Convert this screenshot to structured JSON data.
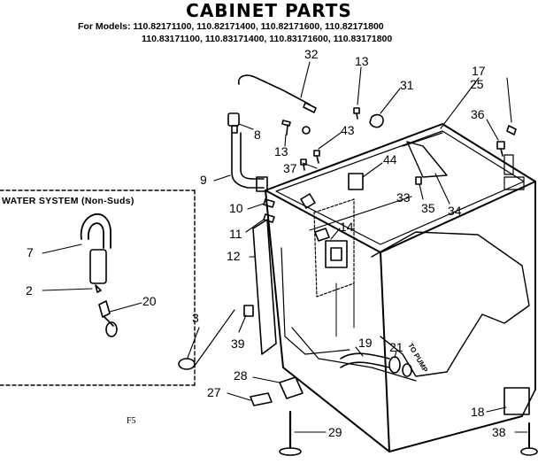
{
  "title": "CABINET PARTS",
  "models_line1": "For Models: 110.82171100, 110.82171400, 110.82171600, 110.82171800",
  "models_line2": "110.83171100, 110.83171400, 110.83171600, 110.83171800",
  "water_system_label": "WATER SYSTEM (Non-Suds)",
  "page_ref": "F5",
  "callouts": {
    "c32": "32",
    "c13a": "13",
    "c31": "31",
    "c17": "17",
    "c25": "25",
    "c8": "8",
    "c43": "43",
    "c13b": "13",
    "c36": "36",
    "c37": "37",
    "c44": "44",
    "c9": "9",
    "c10": "10",
    "c33": "33",
    "c35": "35",
    "c34": "34",
    "c11": "11",
    "c14": "14",
    "c7": "7",
    "c12": "12",
    "c2": "2",
    "c20": "20",
    "c3": "3",
    "c39": "39",
    "c19": "19",
    "c21": "21",
    "c28": "28",
    "c27": "27",
    "c18": "18",
    "c29": "29",
    "c38": "38"
  },
  "pump_label": "TO PUMP"
}
